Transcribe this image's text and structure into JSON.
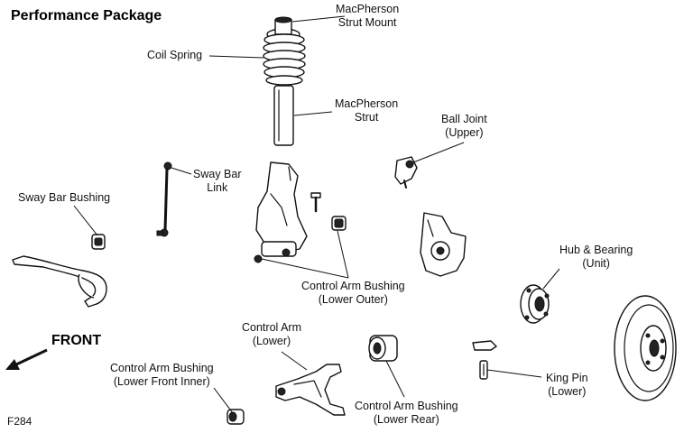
{
  "title": "Performance Package",
  "figure_code": "F284",
  "direction_label": "FRONT",
  "labels": {
    "strut_mount": [
      "MacPherson",
      "Strut Mount"
    ],
    "coil_spring": [
      "Coil Spring"
    ],
    "strut": [
      "MacPherson",
      "Strut"
    ],
    "ball_joint": [
      "Ball Joint",
      "(Upper)"
    ],
    "sway_bar_link": [
      "Sway Bar",
      "Link"
    ],
    "sway_bar_bushing": [
      "Sway Bar Bushing"
    ],
    "hub_bearing": [
      "Hub & Bearing",
      "(Unit)"
    ],
    "cab_lower_outer": [
      "Control Arm Bushing",
      "(Lower Outer)"
    ],
    "control_arm_lower": [
      "Control Arm",
      "(Lower)"
    ],
    "cab_lower_front_inner": [
      "Control Arm Bushing",
      "(Lower Front Inner)"
    ],
    "cab_lower_rear": [
      "Control Arm Bushing",
      "(Lower Rear)"
    ],
    "king_pin": [
      "King Pin",
      "(Lower)"
    ]
  }
}
